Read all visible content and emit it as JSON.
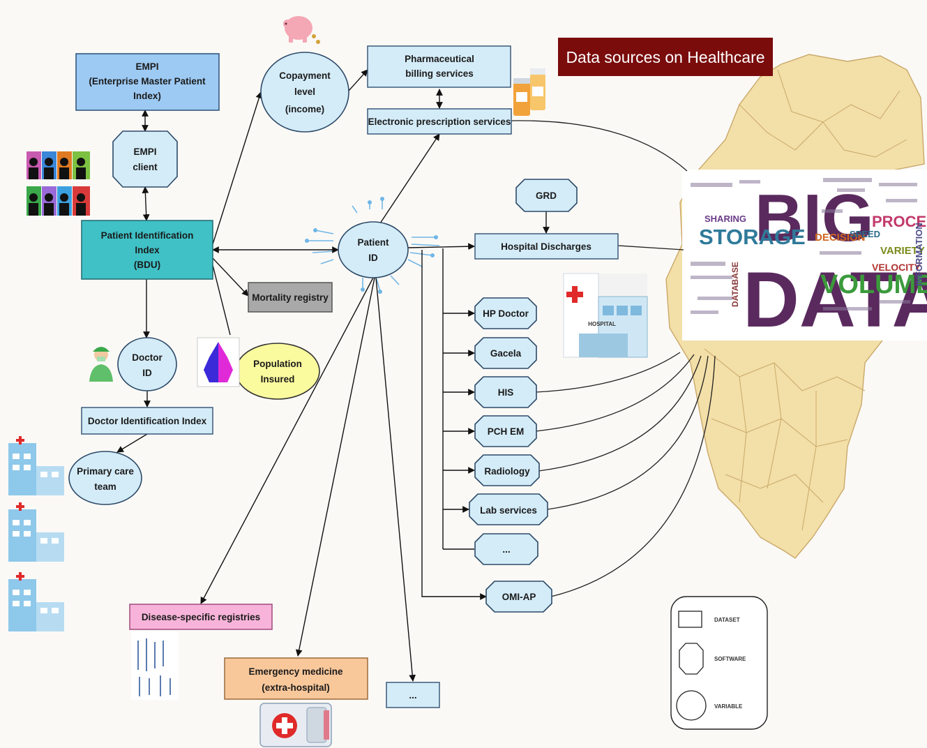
{
  "title": "Data sources on Healthcare",
  "colors": {
    "title_bg": "#7a0c0c",
    "node_fill": "#d4ecf8",
    "empi_fill": "#9dcaf3",
    "bdu_fill": "#3fc1c6",
    "mortality_fill": "#a9a9a9",
    "disease_fill": "#f7b3d9",
    "emergency_fill": "#f8c79a",
    "population_fill": "#fafa9e",
    "map_fill": "#f3dfa8",
    "bigdata_purple": "#5a2a5e",
    "bigdata_green": "#3b9a3b"
  },
  "nodes": {
    "empi": [
      "EMPI",
      "(Enterprise Master Patient",
      "Index)"
    ],
    "empi_client": [
      "EMPI",
      "client"
    ],
    "bdu": [
      "Patient Identification",
      "Index",
      "(BDU)"
    ],
    "copayment": [
      "Copayment",
      "level",
      "(income)"
    ],
    "pharma": [
      "Pharmaceutical",
      "billing services"
    ],
    "eprescription": [
      "Electronic prescription services"
    ],
    "patient_id": [
      "Patient",
      "ID"
    ],
    "mortality": [
      "Mortality registry"
    ],
    "doctor_id": [
      "Doctor",
      "ID"
    ],
    "population": [
      "Population",
      "Insured"
    ],
    "doctor_index": [
      "Doctor Identification Index"
    ],
    "primary_care": [
      "Primary care",
      "team"
    ],
    "grd": [
      "GRD"
    ],
    "hospital_discharges": [
      "Hospital Discharges"
    ],
    "hp_doctor": [
      "HP Doctor"
    ],
    "gacela": [
      "Gacela"
    ],
    "his": [
      "HIS"
    ],
    "pch_em": [
      "PCH EM"
    ],
    "radiology": [
      "Radiology"
    ],
    "lab": [
      "Lab services"
    ],
    "dots_list": [
      "..."
    ],
    "omi_ap": [
      "OMI-AP"
    ],
    "disease": [
      "Disease-specific registries"
    ],
    "emergency": [
      "Emergency medicine",
      "(extra-hospital)"
    ],
    "dots_bottom": [
      "..."
    ]
  },
  "hospital_label": "HOSPITAL",
  "legend": [
    {
      "shape": "rect",
      "label": "DATASET"
    },
    {
      "shape": "octagon",
      "label": "SOFTWARE"
    },
    {
      "shape": "circle",
      "label": "VARIABLE"
    }
  ],
  "icons": [
    "piggy-bank-icon",
    "pill-bottles-icon",
    "hospital-building-icon",
    "people-silhouettes-icon",
    "doctor-icon",
    "population-pyramid-icon",
    "ambulance-icon",
    "circuit-board-icon",
    "big-data-word-cloud",
    "region-map"
  ],
  "bigdata_cloud": {
    "big": "BIG",
    "data": "DATA",
    "storage": "STORAGE",
    "volume": "VOLUME",
    "processing": "PROCESSING",
    "velocity": "VELOCITY",
    "variety": "VARIETY",
    "information": "INFORMATION",
    "decision": "DECISION",
    "database": "DATABASE",
    "sharing": "SHARING",
    "speed": "SPEED"
  }
}
